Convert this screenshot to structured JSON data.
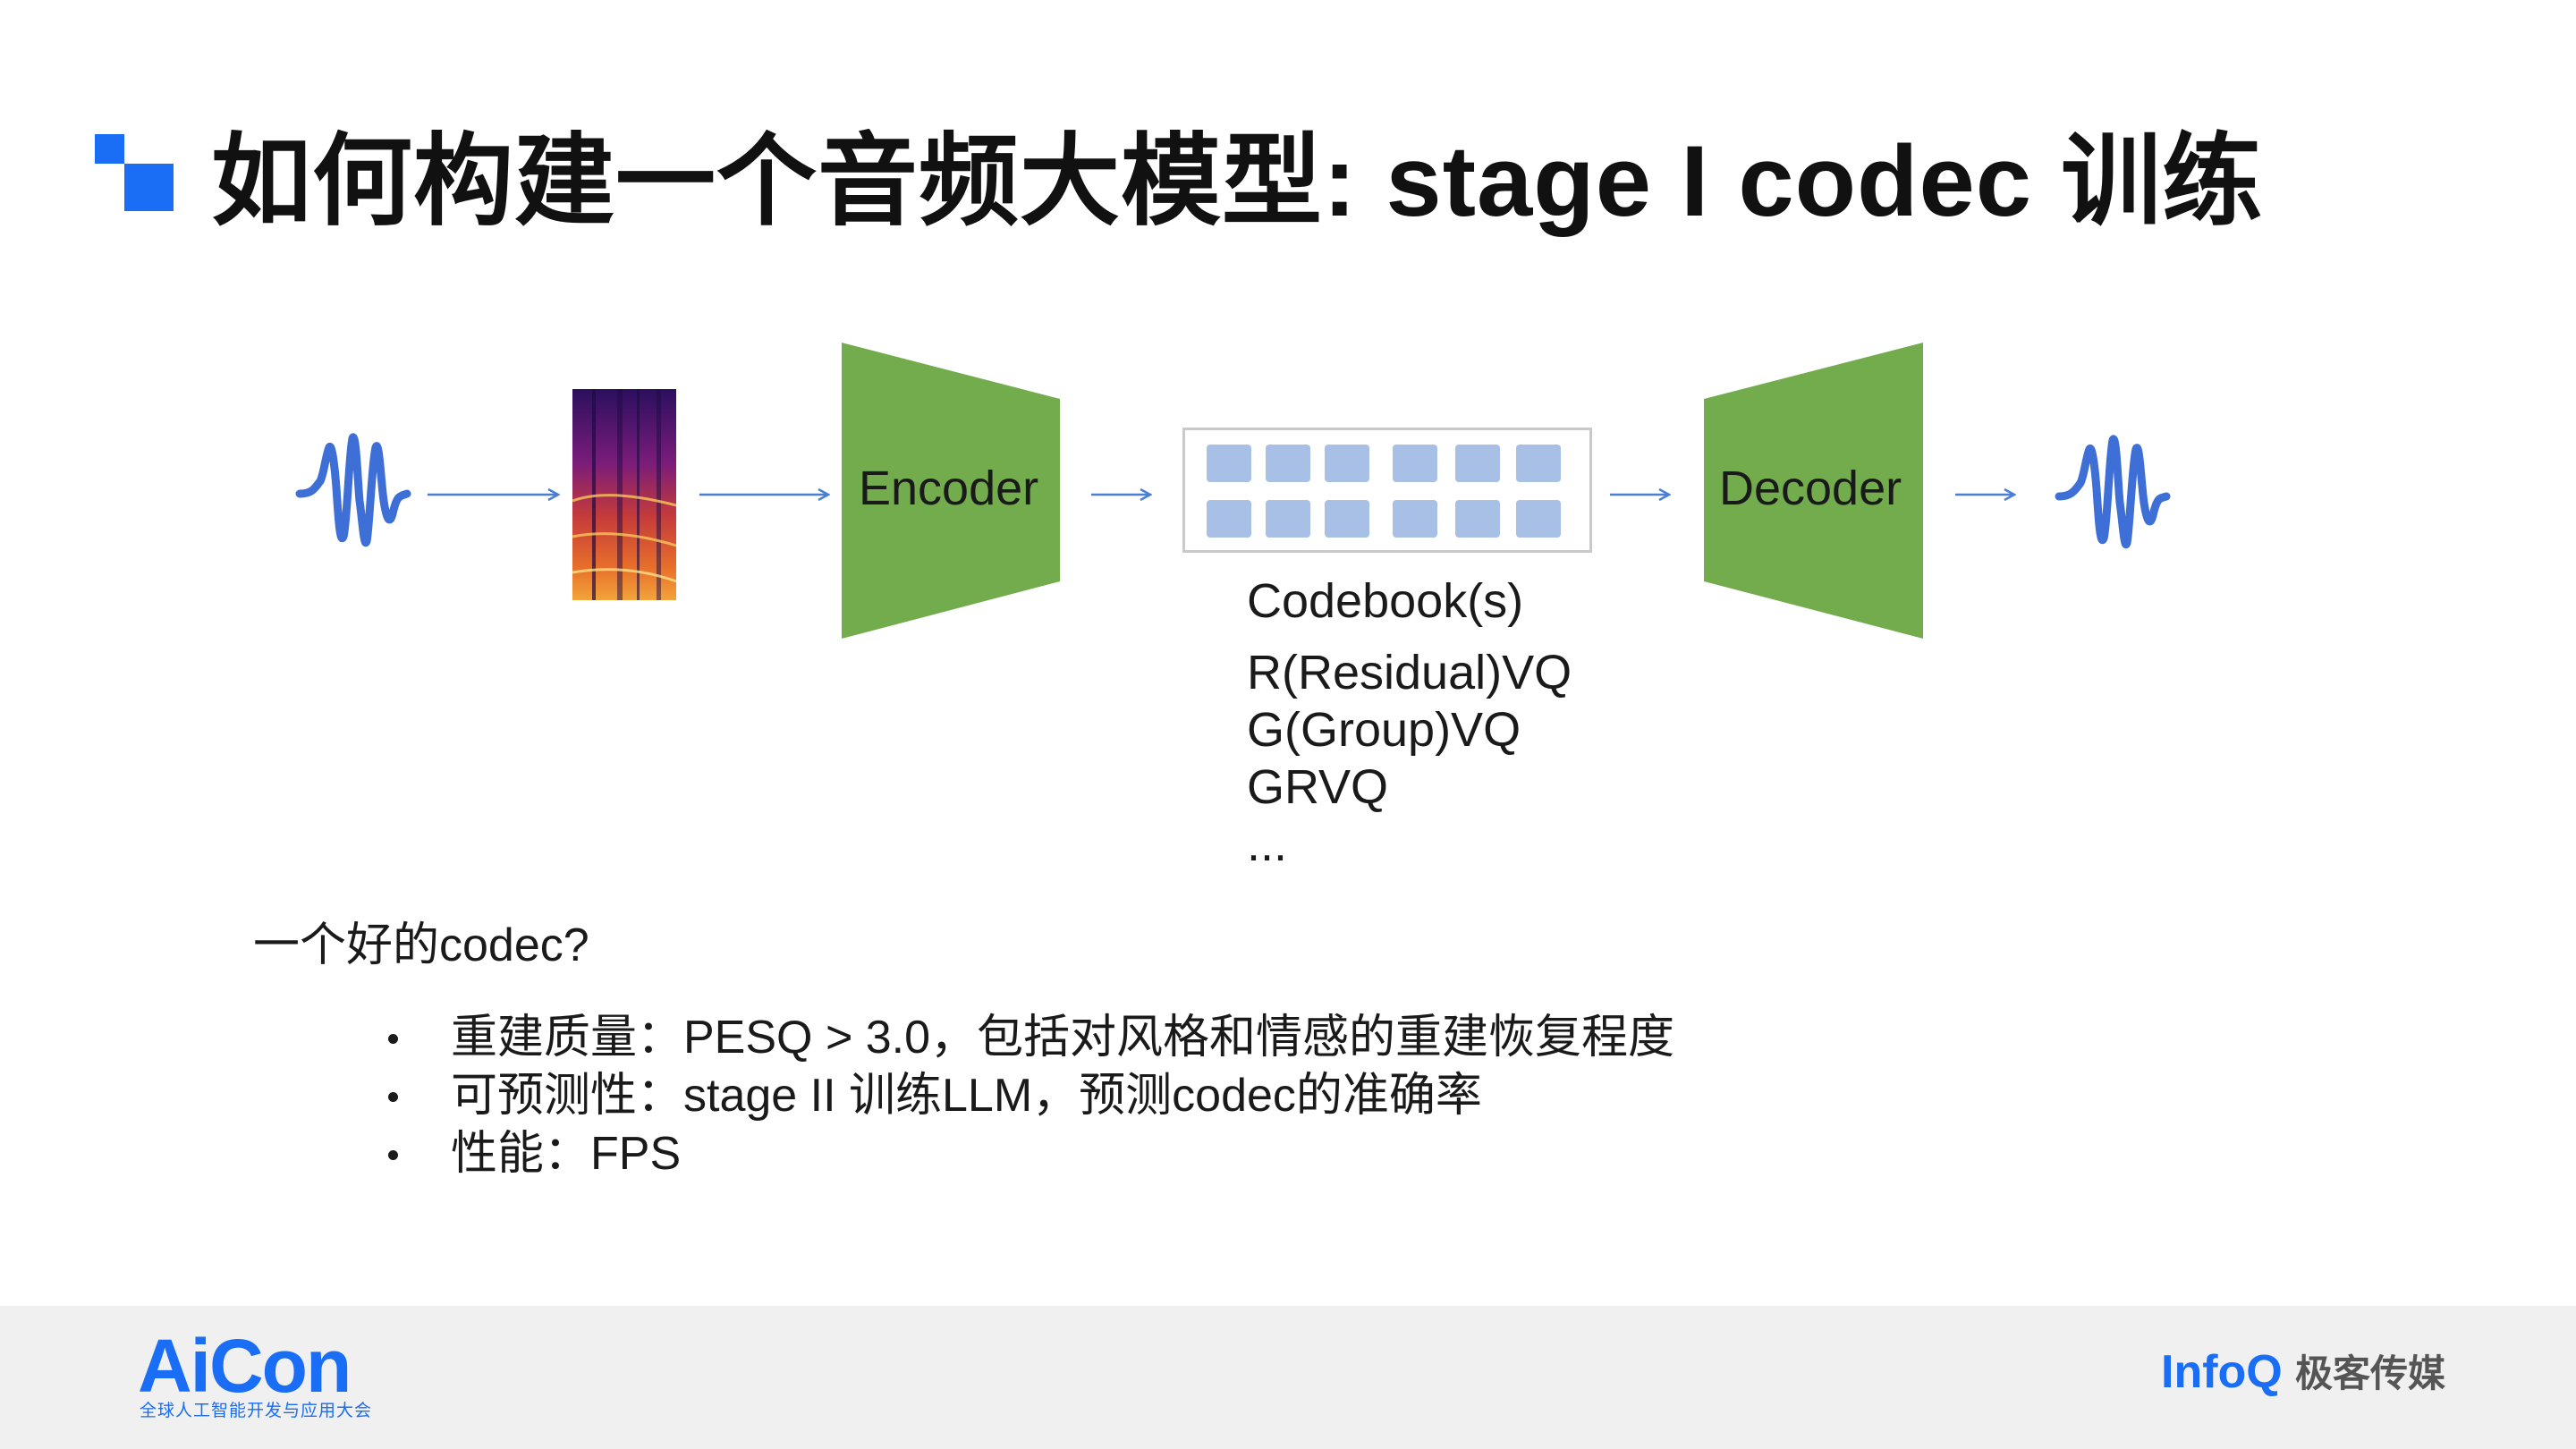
{
  "title": "如何构建一个音频大模型: stage I codec 训练",
  "diagram": {
    "encoder_label": "Encoder",
    "decoder_label": "Decoder",
    "codebook_title": "Codebook(s)",
    "codebook_types": [
      "R(Residual)VQ",
      "G(Group)VQ",
      "GRVQ",
      "..."
    ],
    "encoder_color": "#72ac4d",
    "decoder_color": "#72ac4d",
    "arrow_color": "#4a7fd4",
    "waveform_color": "#3d6fd6",
    "codebook_cell_color": "#a9c0e6"
  },
  "question": "一个好的codec?",
  "bullets": [
    "重建质量：PESQ > 3.0，包括对风格和情感的重建恢复程度",
    "可预测性：stage II 训练LLM，预测codec的准确率",
    "性能：FPS"
  ],
  "footer": {
    "aicon_logo": "AiCon",
    "aicon_subtitle": "全球人工智能开发与应用大会",
    "infoq_logo": "InfoQ",
    "infoq_media": "极客传媒"
  },
  "colors": {
    "accent": "#1a6df5",
    "footer_bg": "#f0f0f0"
  }
}
